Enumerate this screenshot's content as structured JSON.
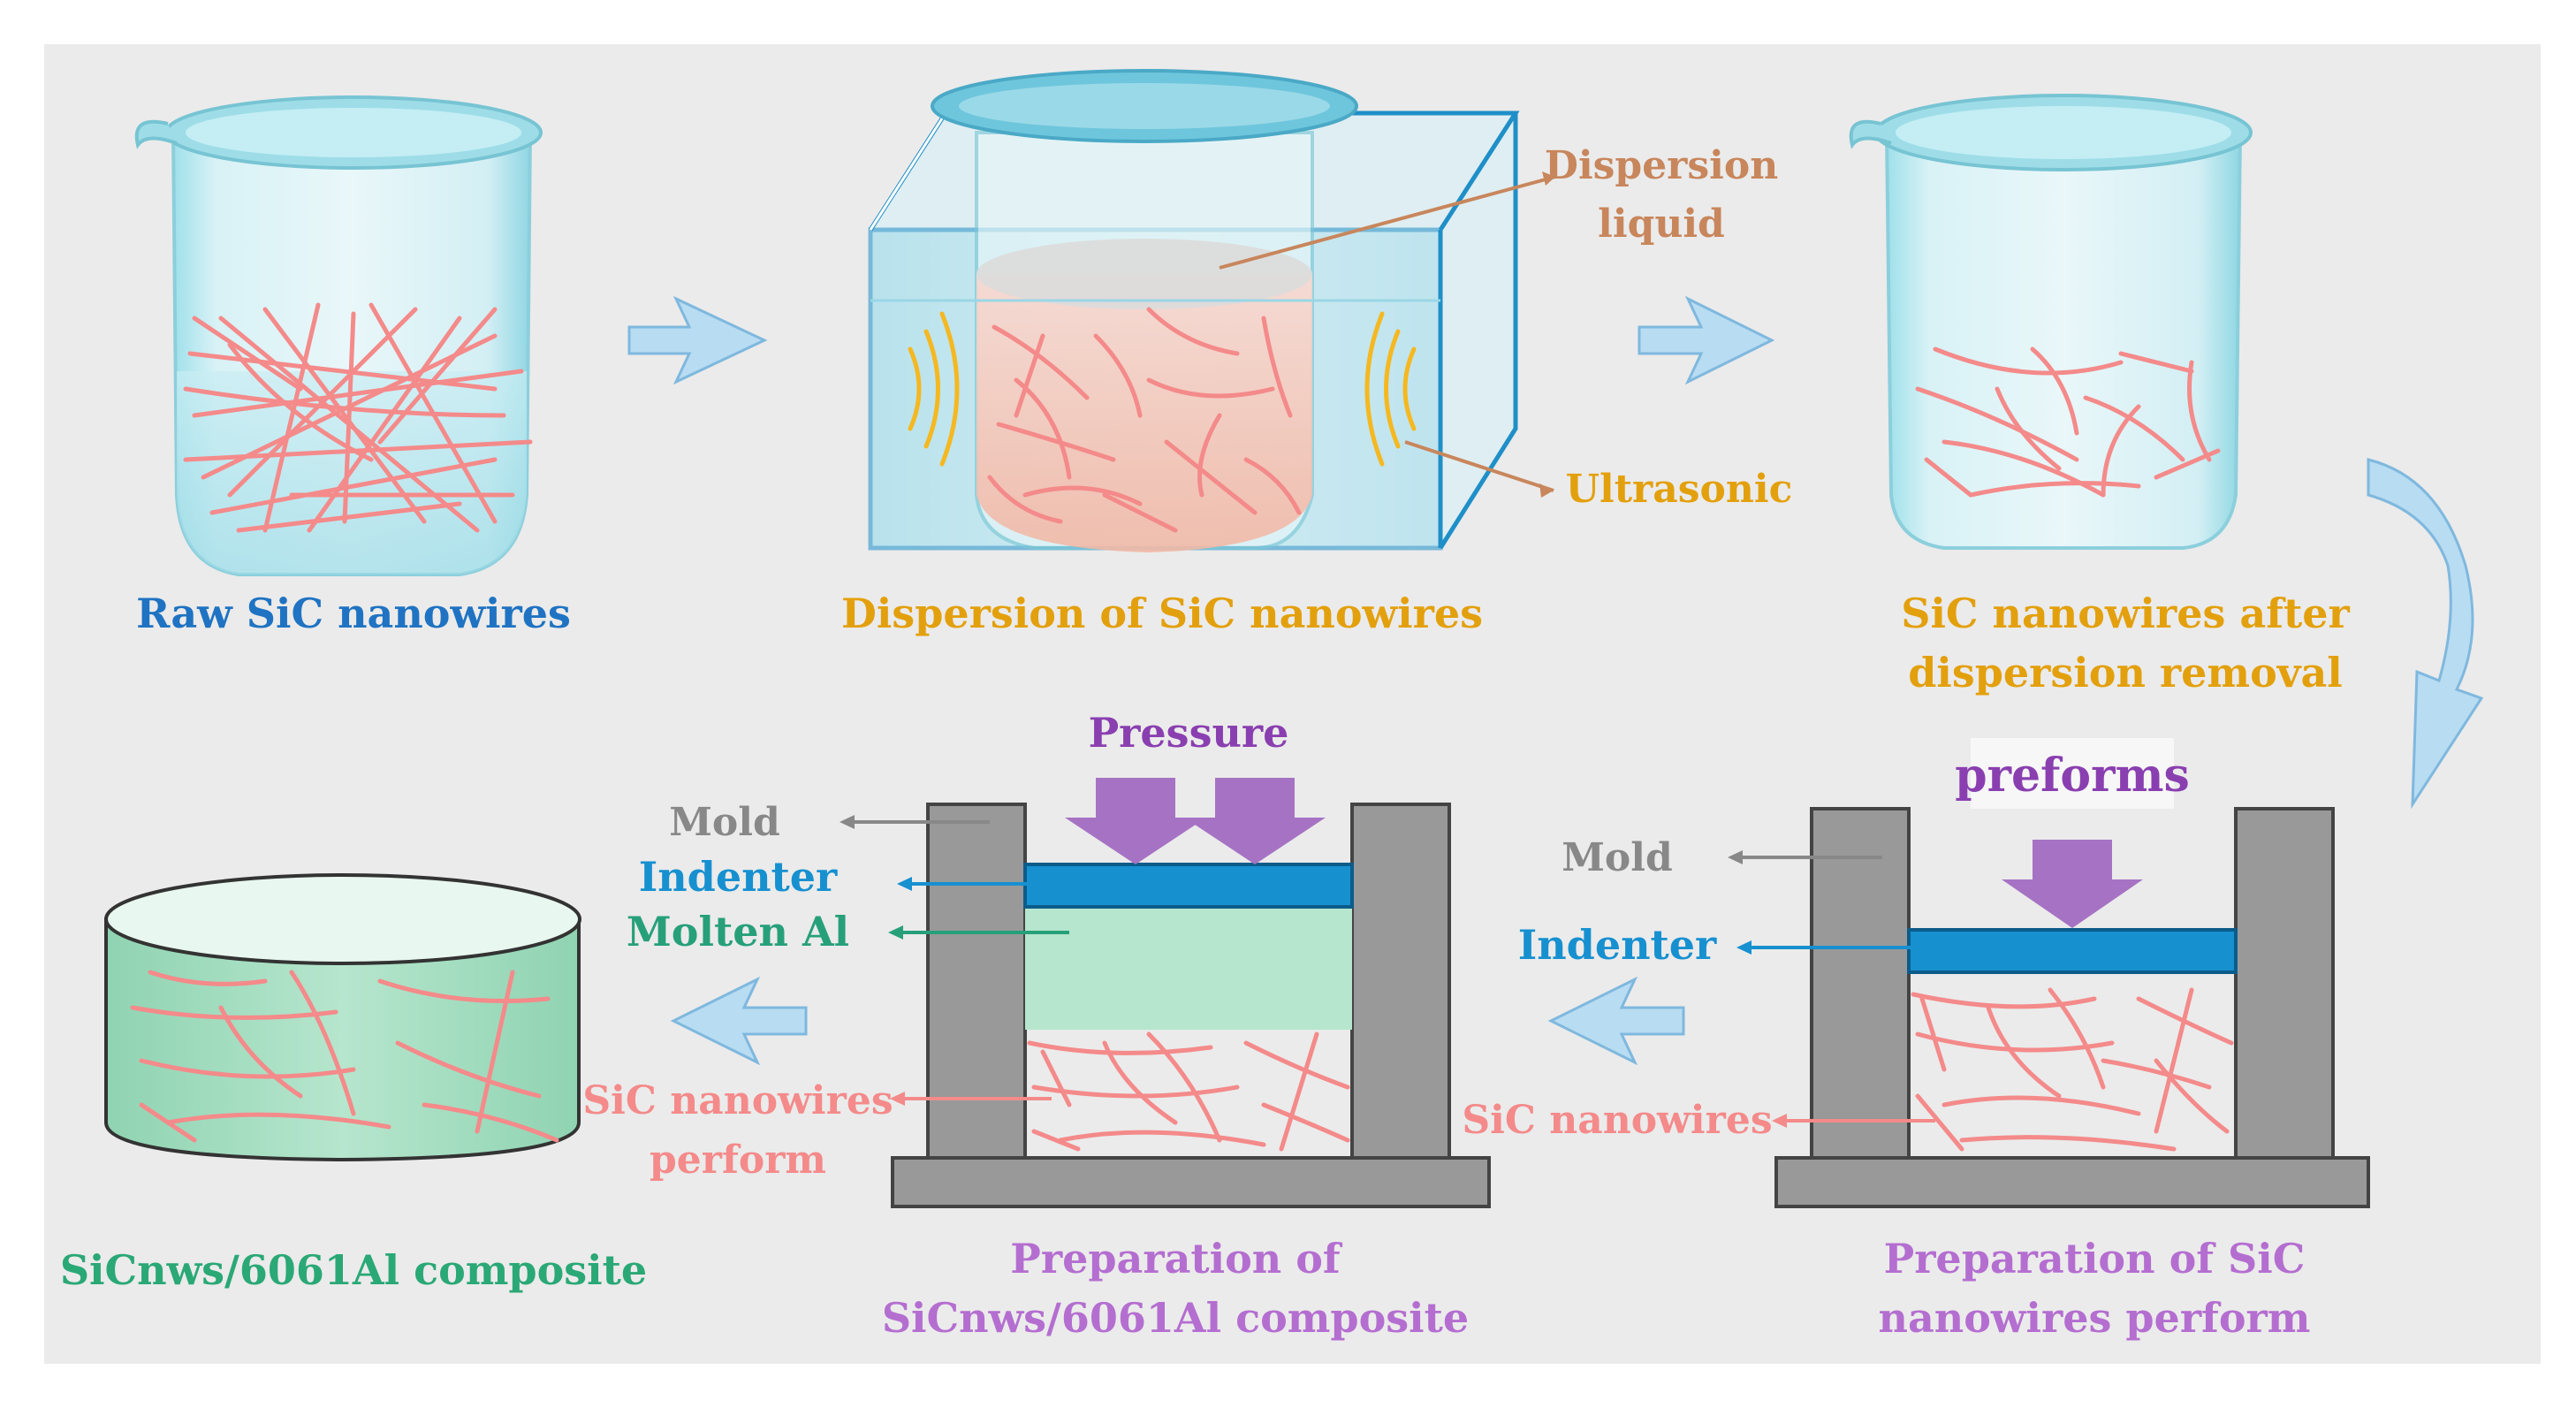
{
  "stages": {
    "raw": {
      "caption": "Raw SiC nanowires"
    },
    "dispersion": {
      "caption": "Dispersion of SiC nanowires",
      "label_liquid_line1": "Dispersion",
      "label_liquid_line2": "liquid",
      "label_ultrasonic": "Ultrasonic"
    },
    "removal": {
      "caption_line1": "SiC nanowires after",
      "caption_line2": "dispersion removal"
    },
    "preform": {
      "caption_line1": "Preparation of SiC",
      "caption_line2": "nanowires perform",
      "label_force": "preforms",
      "label_mold": "Mold",
      "label_indenter": "Indenter",
      "label_nanowires": "SiC nanowires"
    },
    "composite_prep": {
      "caption_line1": "Preparation of",
      "caption_line2": "SiCnws/6061Al composite",
      "label_force": "Pressure",
      "label_mold": "Mold",
      "label_indenter": "Indenter",
      "label_molten": "Molten Al",
      "label_perform_line1": "SiC nanowires",
      "label_perform_line2": "perform"
    },
    "final": {
      "caption": "SiCnws/6061Al composite"
    }
  },
  "colors": {
    "background": "#ebebeb",
    "caption_blue": "#1f73c2",
    "caption_orange": "#e3a00d",
    "caption_purple": "#b46ed0",
    "caption_green": "#2aa876",
    "label_brown": "#c8865c",
    "label_gray": "#888888",
    "indenter_blue": "#1790d0",
    "molten_green": "#27a07a",
    "nanowire_pink": "#f48a8a",
    "force_purple": "#a673c4",
    "ultrasonic_yellow": "#f5b820",
    "mold_gray": "#999999",
    "flow_arrow": "#b8dcf2"
  }
}
